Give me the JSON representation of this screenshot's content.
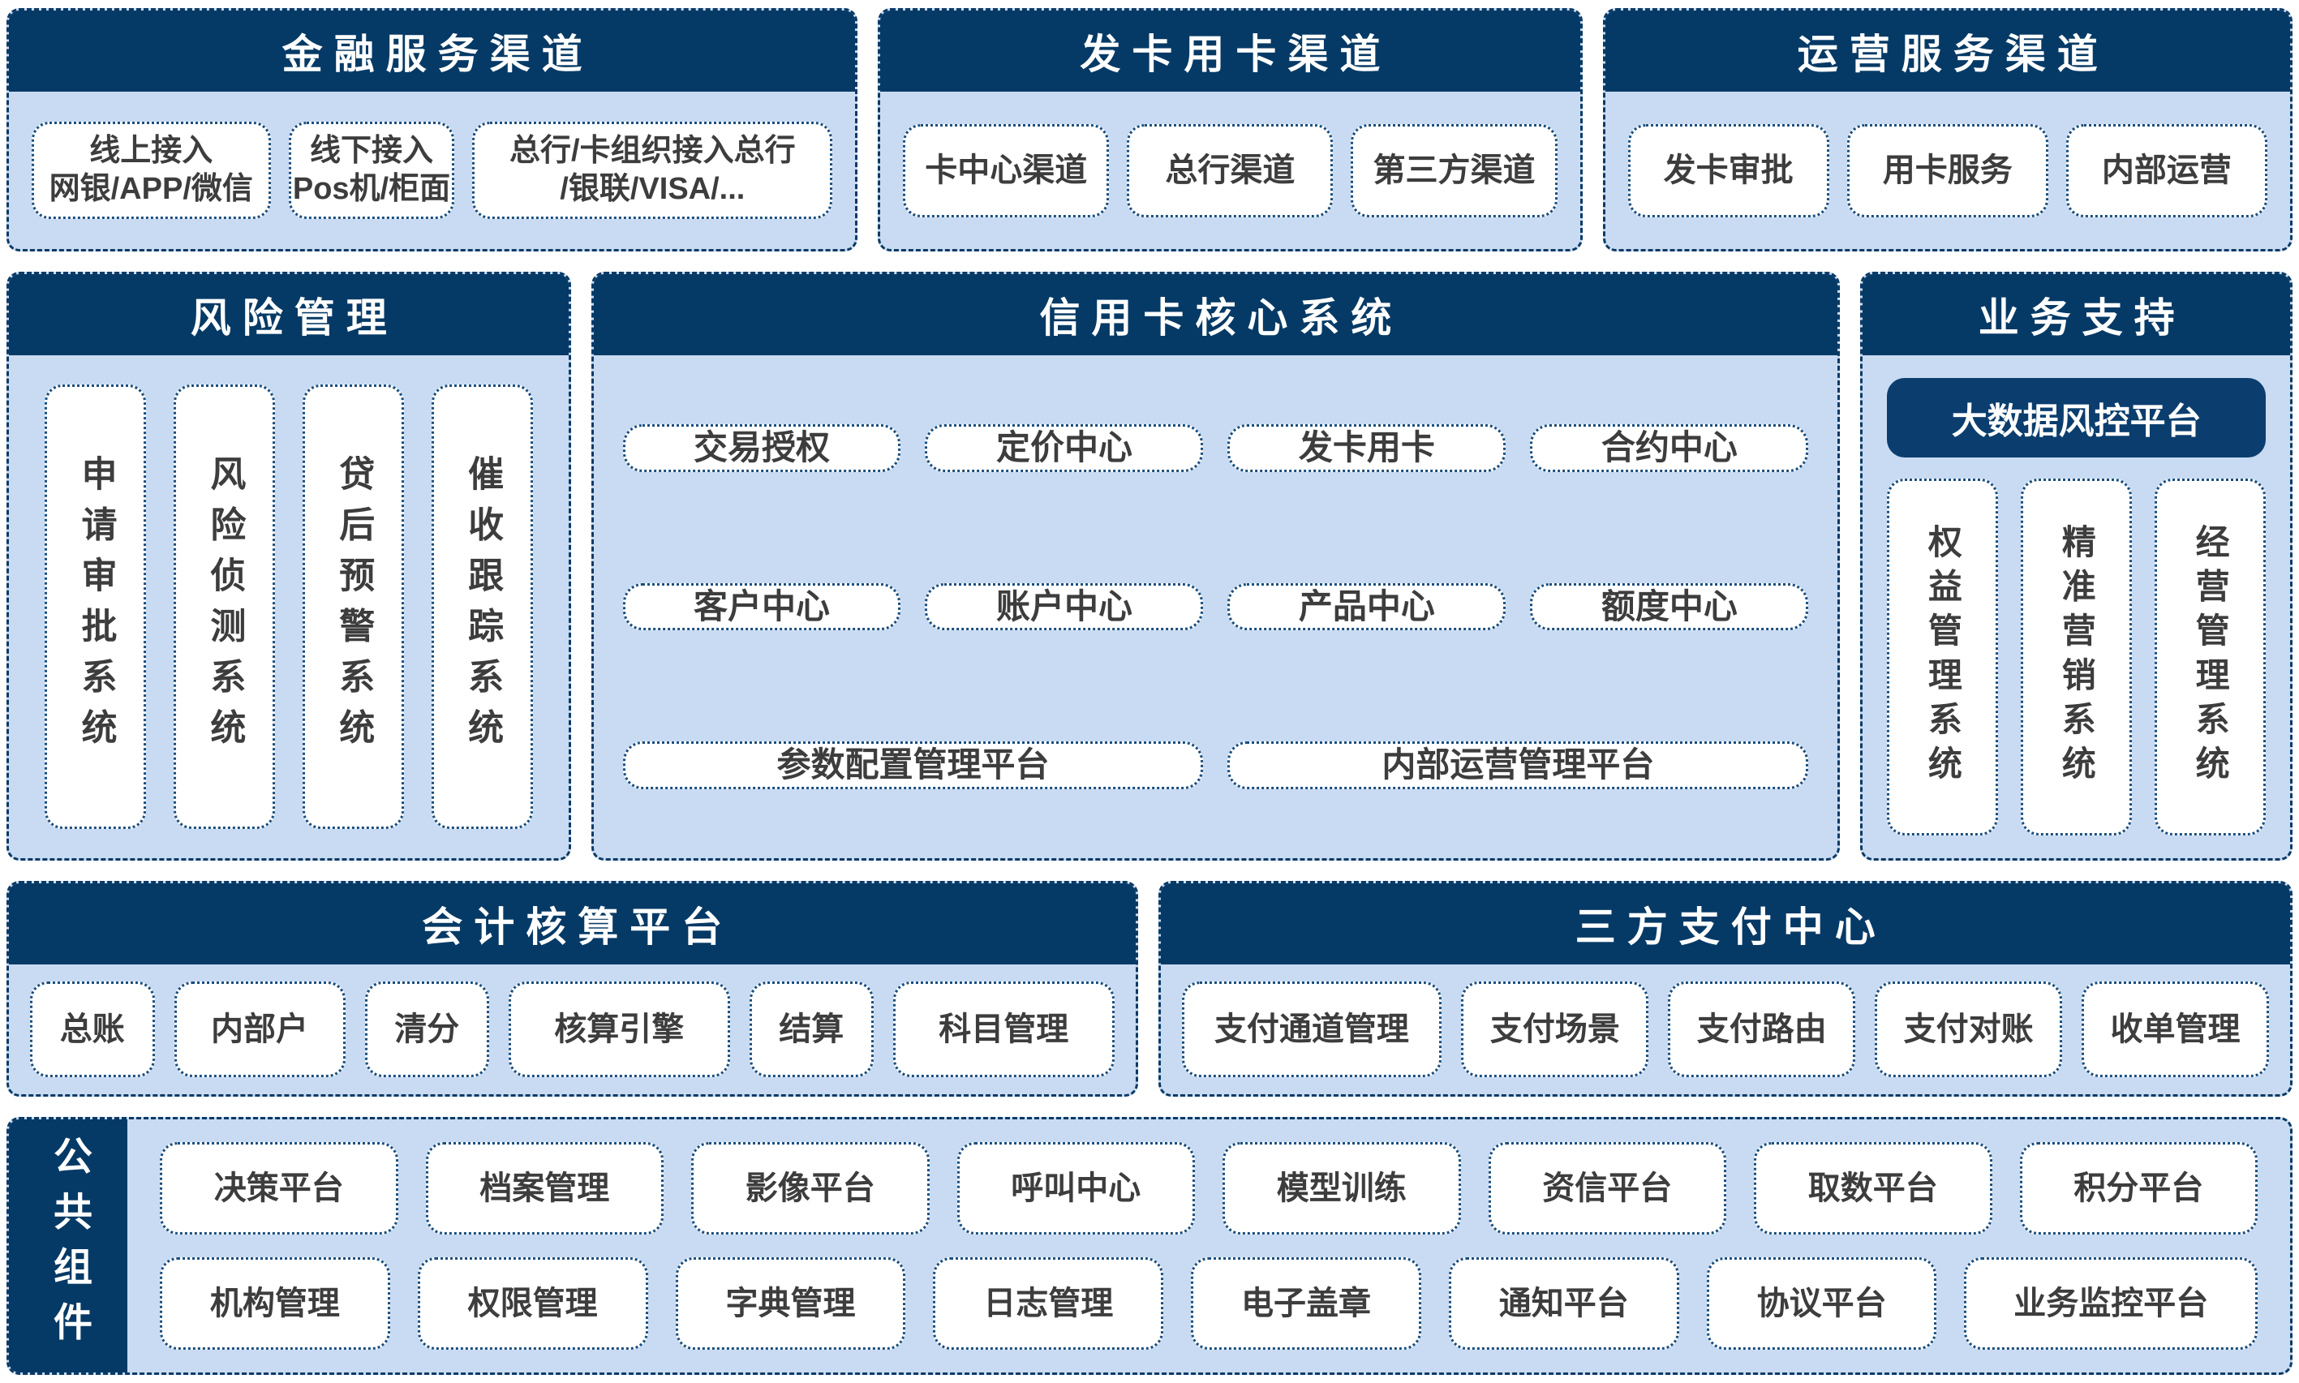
{
  "colors": {
    "header_bg": "#063A66",
    "panel_bg": "#C9DBF2",
    "panel_border": "#0A3A66",
    "card_bg": "#FFFFFF",
    "card_border": "#1A4E7E",
    "card_text": "#3D3D3D",
    "header_text": "#FFFFFF",
    "highlight_bg": "#0B3E6E"
  },
  "sections": {
    "financial_channels": {
      "title": "金融服务渠道",
      "cards": [
        {
          "line1": "线上接入",
          "line2": "网银/APP/微信"
        },
        {
          "line1": "线下接入",
          "line2": "Pos机/柜面"
        },
        {
          "line1": "总行/卡组织接入总行",
          "line2": "/银联/VISA/..."
        }
      ]
    },
    "card_channels": {
      "title": "发卡用卡渠道",
      "cards": [
        "卡中心渠道",
        "总行渠道",
        "第三方渠道"
      ]
    },
    "operation_channels": {
      "title": "运营服务渠道",
      "cards": [
        "发卡审批",
        "用卡服务",
        "内部运营"
      ]
    },
    "risk_management": {
      "title": "风险管理",
      "cards": [
        "申请审批系统",
        "风险侦测系统",
        "贷后预警系统",
        "催收跟踪系统"
      ]
    },
    "core_system": {
      "title": "信用卡核心系统",
      "row1": [
        "交易授权",
        "定价中心",
        "发卡用卡",
        "合约中心"
      ],
      "row2": [
        "客户中心",
        "账户中心",
        "产品中心",
        "额度中心"
      ],
      "row3": [
        "参数配置管理平台",
        "内部运营管理平台"
      ]
    },
    "business_support": {
      "title": "业务支持",
      "highlight": "大数据风控平台",
      "cards": [
        "权益管理系统",
        "精准营销系统",
        "经营管理系统"
      ]
    },
    "accounting": {
      "title": "会计核算平台",
      "cards": [
        "总账",
        "内部户",
        "清分",
        "核算引擎",
        "结算",
        "科目管理"
      ]
    },
    "payment": {
      "title": "三方支付中心",
      "cards": [
        "支付通道管理",
        "支付场景",
        "支付路由",
        "支付对账",
        "收单管理"
      ]
    },
    "common_components": {
      "title": "公共组件",
      "row1": [
        "决策平台",
        "档案管理",
        "影像平台",
        "呼叫中心",
        "模型训练",
        "资信平台",
        "取数平台",
        "积分平台"
      ],
      "row2": [
        "机构管理",
        "权限管理",
        "字典管理",
        "日志管理",
        "电子盖章",
        "通知平台",
        "协议平台",
        "业务监控平台"
      ]
    }
  }
}
